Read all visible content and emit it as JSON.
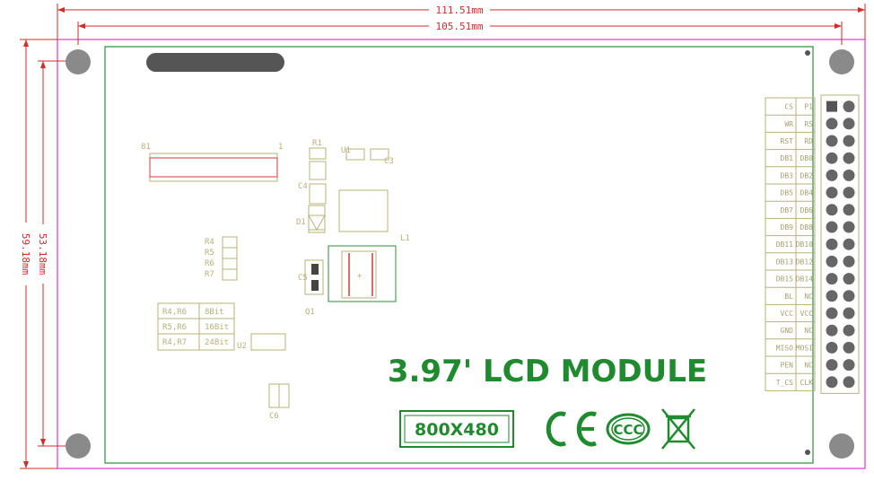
{
  "dimensions": {
    "outer_width": "111.51mm",
    "inner_width": "105.51mm",
    "outer_height": "59.18mm",
    "inner_height": "53.18mm"
  },
  "module": {
    "title": "3.97' LCD MODULE",
    "resolution": "800X480"
  },
  "certifications": [
    "CE",
    "CCC",
    "WEEE"
  ],
  "silkscreen": {
    "fpc_left": "81",
    "fpc_right": "1",
    "u1": "U1",
    "u2": "U2",
    "c3": "C3",
    "c4": "C4",
    "c5": "C5",
    "c6": "C6",
    "r1": "R1",
    "d1": "D1",
    "l1": "L1",
    "r4": "R4",
    "r5": "R5",
    "r6": "R6",
    "r7": "R7",
    "q1": "Q1"
  },
  "resistor_table": [
    [
      "8Bit",
      "R4,R6"
    ],
    [
      "16Bit",
      "R5,R6"
    ],
    [
      "24Bit",
      "R4,R7"
    ]
  ],
  "pin_header": [
    [
      "P1",
      "CS"
    ],
    [
      "RS",
      "WR"
    ],
    [
      "RD",
      "RST"
    ],
    [
      "DB0",
      "DB1"
    ],
    [
      "DB2",
      "DB3"
    ],
    [
      "DB4",
      "DB5"
    ],
    [
      "DB6",
      "DB7"
    ],
    [
      "DB8",
      "DB9"
    ],
    [
      "DB10",
      "DB11"
    ],
    [
      "DB12",
      "DB13"
    ],
    [
      "DB14",
      "DB15"
    ],
    [
      "NC",
      "BL"
    ],
    [
      "VCC",
      "VCC"
    ],
    [
      "NC",
      "GND"
    ],
    [
      "MOSI",
      "MISO"
    ],
    [
      "NC",
      "PEN"
    ],
    [
      "CLK",
      "T_CS"
    ]
  ],
  "colors": {
    "dimension_lines": "#d42a2a",
    "outline_pink": "#e060e0",
    "pcb_outline": "#2e8b3e",
    "title_green": "#1f8a2e",
    "mount_hole": "#8a8a8a"
  }
}
